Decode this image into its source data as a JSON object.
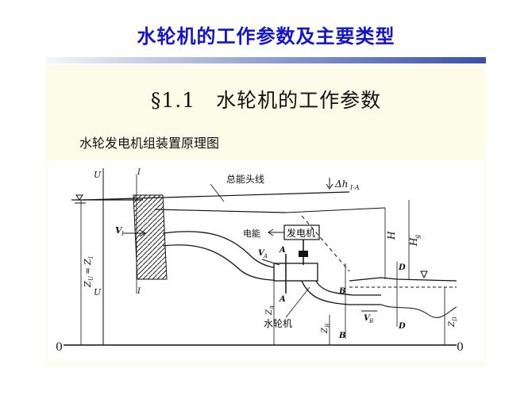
{
  "slide": {
    "title": "水轮机的工作参数及主要类型",
    "section_heading": "§1.1　水轮机的工作参数",
    "caption": "水轮发电机组装置原理图"
  },
  "figure": {
    "labels": {
      "total_energy_line": "总能头线",
      "head_loss": "Δh",
      "head_loss_sub": "I-A",
      "generator": "发电机",
      "electric_energy": "电能",
      "turbine": "水轮机",
      "datum_left": "0",
      "datum_right": "0",
      "section_I_top": "I",
      "section_I_bottom": "I",
      "level_U_top": "U",
      "level_U_bottom": "U",
      "v1": "V",
      "v1_sub": "I",
      "zu": "Z",
      "zu_sub": "U",
      "zu_eq": "≈",
      "zi": "Z",
      "zi_sub": "I",
      "section_A_top": "A",
      "section_A_bottom": "A",
      "va": "V",
      "va_sub": "A",
      "za": "Z",
      "za_sub": "A",
      "zb": "Z",
      "zb_sub": "B",
      "section_B_top": "B",
      "section_B_bottom": "B",
      "vb": "V",
      "vb_sub": "B",
      "section_D_top": "D",
      "section_D_bottom": "D",
      "zd": "Z",
      "zd_sub": "D",
      "head_H": "H",
      "head_Hg": "H",
      "head_Hg_sub": "g"
    }
  }
}
